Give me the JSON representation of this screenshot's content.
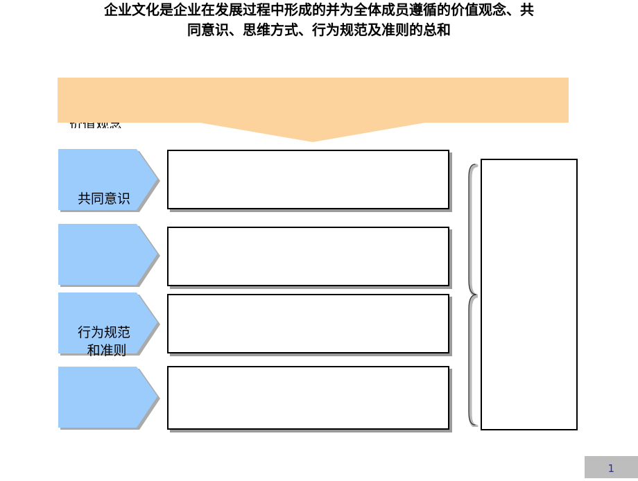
{
  "title": {
    "line1": "企业文化是企业在发展过程中形成的并为全体成员遵循的价值观念、共",
    "line2": "同意识、思维方式、行为规范及准则的总和"
  },
  "colors": {
    "banner": "#fdd39d",
    "chevron_fill": "#9cccfc",
    "chevron_shadow": "#aaaaaa",
    "box_border": "#000000",
    "box_shadow": "#9a9a9a",
    "footer_bg": "#bdbdbd",
    "page_number": "#2d2d8a"
  },
  "stray_label": "价值观念",
  "chevrons": [
    {
      "line1": "共同意识",
      "line2": ""
    },
    {
      "line1": "",
      "line2": ""
    },
    {
      "line1": "行为规范",
      "line2": "和准则"
    },
    {
      "line1": "",
      "line2": ""
    }
  ],
  "footer": {
    "page_number": "1"
  }
}
